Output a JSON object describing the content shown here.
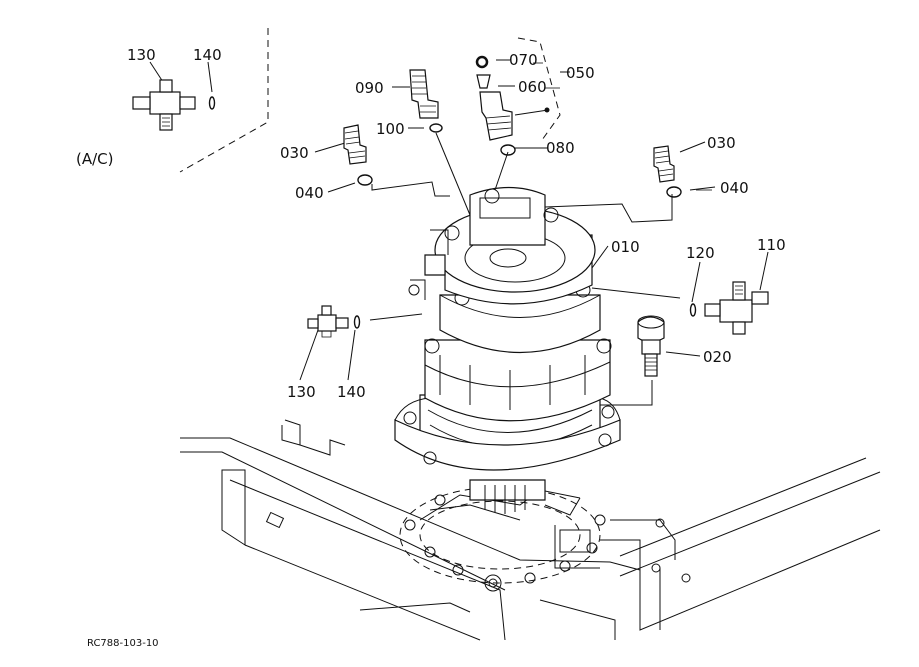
{
  "labels": {
    "p130a": "130",
    "p140a": "140",
    "ac": "(A/C)",
    "p090": "090",
    "p070": "070",
    "p060": "060",
    "p050": "050",
    "p100": "100",
    "p080": "080",
    "p030a": "030",
    "p040a": "040",
    "p030b": "030",
    "p040b": "040",
    "p010": "010",
    "p120": "120",
    "p110": "110",
    "p020": "020",
    "p130b": "130",
    "p140b": "140"
  },
  "figure_code": "RC788-103-10"
}
